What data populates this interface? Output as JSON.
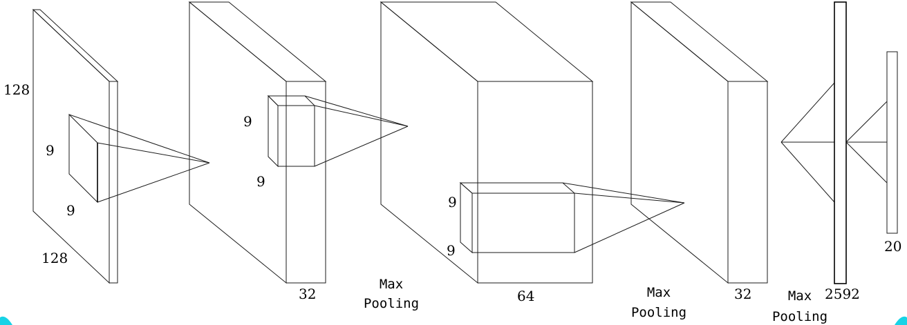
{
  "labels": {
    "input_height": "128",
    "input_width": "128",
    "kernel1_h": "9",
    "kernel1_w": "9",
    "conv1_kernel_h": "9",
    "conv1_kernel_w": "9",
    "conv1_depth": "32",
    "pool1_line1": "Max",
    "pool1_line2": "Pooling",
    "conv2_kernel_h": "9",
    "conv2_kernel_w": "9",
    "conv2_depth": "64",
    "pool2_line1": "Max",
    "pool2_line2": "Pooling",
    "conv3_depth": "32",
    "pool3_line1": "Max",
    "pool3_line2": "Pooling",
    "flatten_size": "2592",
    "output_size": "20"
  },
  "colors": {
    "line": "#1a1a1a",
    "corner_accent": "#17d3e6"
  }
}
